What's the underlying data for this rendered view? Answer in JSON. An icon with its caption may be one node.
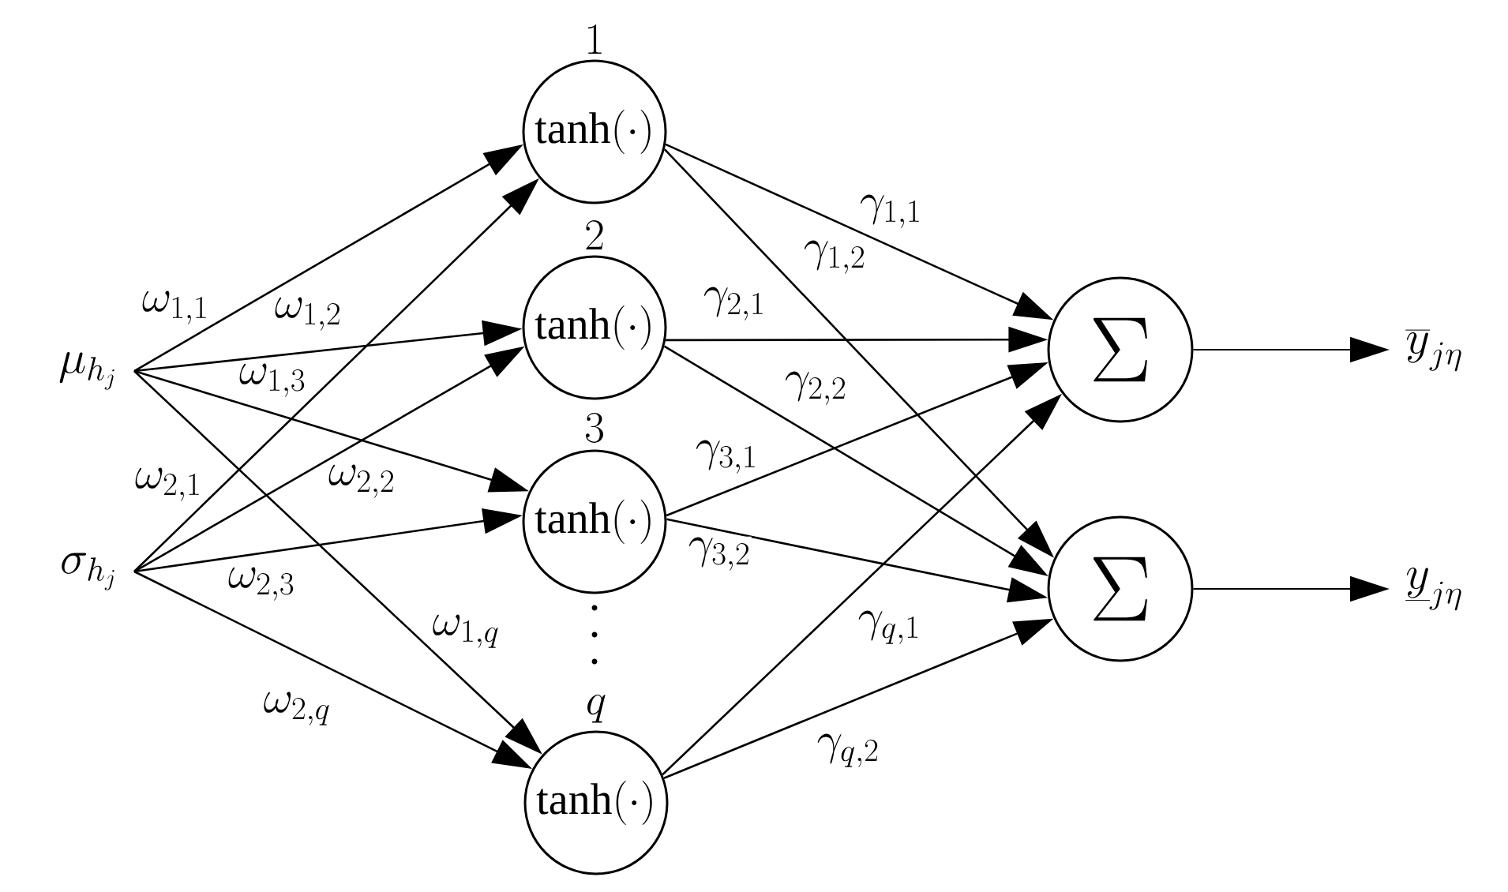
{
  "diagram": {
    "nodes": [
      {
        "text": [
          "\\mu_{h_j}"
        ]
      },
      {
        "text": [
          "\\sigma_{h_j}"
        ]
      },
      {
        "text": [
          "1",
          "\\tanh(\\cdot)"
        ]
      },
      {
        "text": [
          "2",
          "\\tanh(\\cdot)"
        ]
      },
      {
        "text": [
          "3",
          "\\tanh(\\cdot)"
        ]
      },
      {
        "text": [
          "q",
          "\\tanh(\\cdot)"
        ]
      },
      {
        "text": [
          "\\Sigma"
        ]
      },
      {
        "text": [
          "\\Sigma"
        ]
      },
      {
        "text": [
          "\\overline{y}_{j\\eta}"
        ]
      },
      {
        "text": [
          "\\underline{y}_{j\\eta}"
        ]
      }
    ],
    "edges": [
      {
        "from": 0,
        "to": 2,
        "arrow": "to",
        "label": "\\omega_{1,1}"
      },
      {
        "from": 0,
        "to": 3,
        "arrow": "to",
        "label": "\\omega_{1,2}"
      },
      {
        "from": 0,
        "to": 4,
        "arrow": "to",
        "label": "\\omega_{1,3}"
      },
      {
        "from": 0,
        "to": 5,
        "arrow": "to",
        "label": "\\omega_{1,q}"
      },
      {
        "from": 1,
        "to": 2,
        "arrow": "to",
        "label": "\\omega_{2,1}"
      },
      {
        "from": 1,
        "to": 3,
        "arrow": "to",
        "label": "\\omega_{2,2}"
      },
      {
        "from": 1,
        "to": 4,
        "arrow": "to",
        "label": "\\omega_{2,3}"
      },
      {
        "from": 1,
        "to": 5,
        "arrow": "to",
        "label": "\\omega_{2,q}"
      },
      {
        "from": 2,
        "to": 6,
        "arrow": "to",
        "label": "\\gamma_{1,1}"
      },
      {
        "from": 2,
        "to": 7,
        "arrow": "to",
        "label": "\\gamma_{1,2}"
      },
      {
        "from": 3,
        "to": 6,
        "arrow": "to",
        "label": "\\gamma_{2,1}"
      },
      {
        "from": 3,
        "to": 7,
        "arrow": "to",
        "label": "\\gamma_{2,2}"
      },
      {
        "from": 4,
        "to": 6,
        "arrow": "to",
        "label": "\\gamma_{3,1}"
      },
      {
        "from": 4,
        "to": 7,
        "arrow": "to",
        "label": "\\gamma_{3,2}"
      },
      {
        "from": 5,
        "to": 6,
        "arrow": "to",
        "label": "\\gamma_{q,1}"
      },
      {
        "from": 5,
        "to": 7,
        "arrow": "to",
        "label": "\\gamma_{q,2}"
      },
      {
        "from": 6,
        "to": 8,
        "arrow": "to"
      },
      {
        "from": 7,
        "to": 9,
        "arrow": "to"
      }
    ]
  }
}
